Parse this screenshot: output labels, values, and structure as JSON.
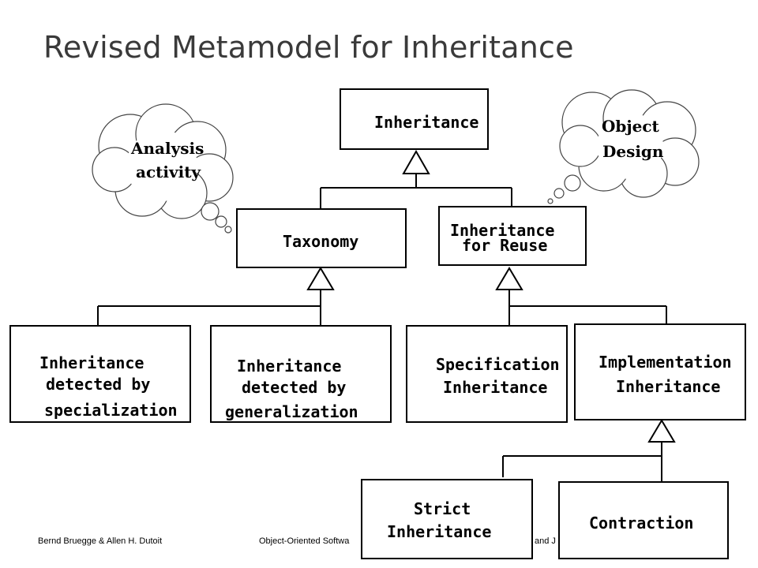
{
  "title": "Revised Metamodel for Inheritance",
  "nodes": {
    "inheritance": "Inheritance",
    "taxonomy": "Taxonomy",
    "reuse_line1": "Inheritance",
    "reuse_line2": "for Reuse",
    "spec_line1": "Inheritance",
    "spec_line2": "detected by",
    "spec_line3": "specialization",
    "gen_line1": "Inheritance",
    "gen_line2": "detected by",
    "gen_line3": "generalization",
    "specification_line1": "Specification",
    "specification_line2": "Inheritance",
    "implementation_line1": "Implementation",
    "implementation_line2": "Inheritance",
    "strict_line1": "Strict",
    "strict_line2": "Inheritance",
    "contraction": "Contraction"
  },
  "clouds": {
    "analysis_line1": "Analysis",
    "analysis_line2": "activity",
    "design_line1": "Object",
    "design_line2": "Design"
  },
  "footer": {
    "authors": "Bernd Bruegge & Allen H. Dutoit",
    "book_part1": "Object-Oriented Softwa",
    "book_part2": "and J"
  }
}
